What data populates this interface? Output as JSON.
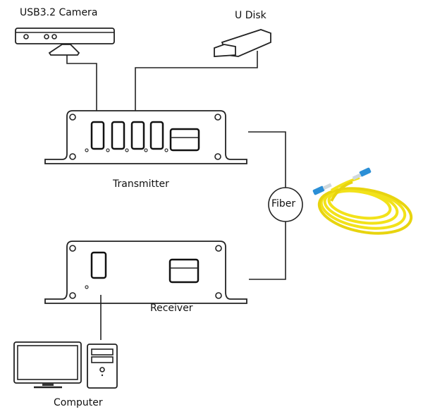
{
  "labels": {
    "camera": "USB3.2 Camera",
    "udisk": "U Disk",
    "transmitter": "Transmitter",
    "receiver": "Receiver",
    "fiber": "Fiber",
    "computer": "Computer"
  },
  "colors": {
    "fiber_cable": "#f2e21a",
    "fiber_connector": "#2b8fd6",
    "line": "#222222"
  }
}
